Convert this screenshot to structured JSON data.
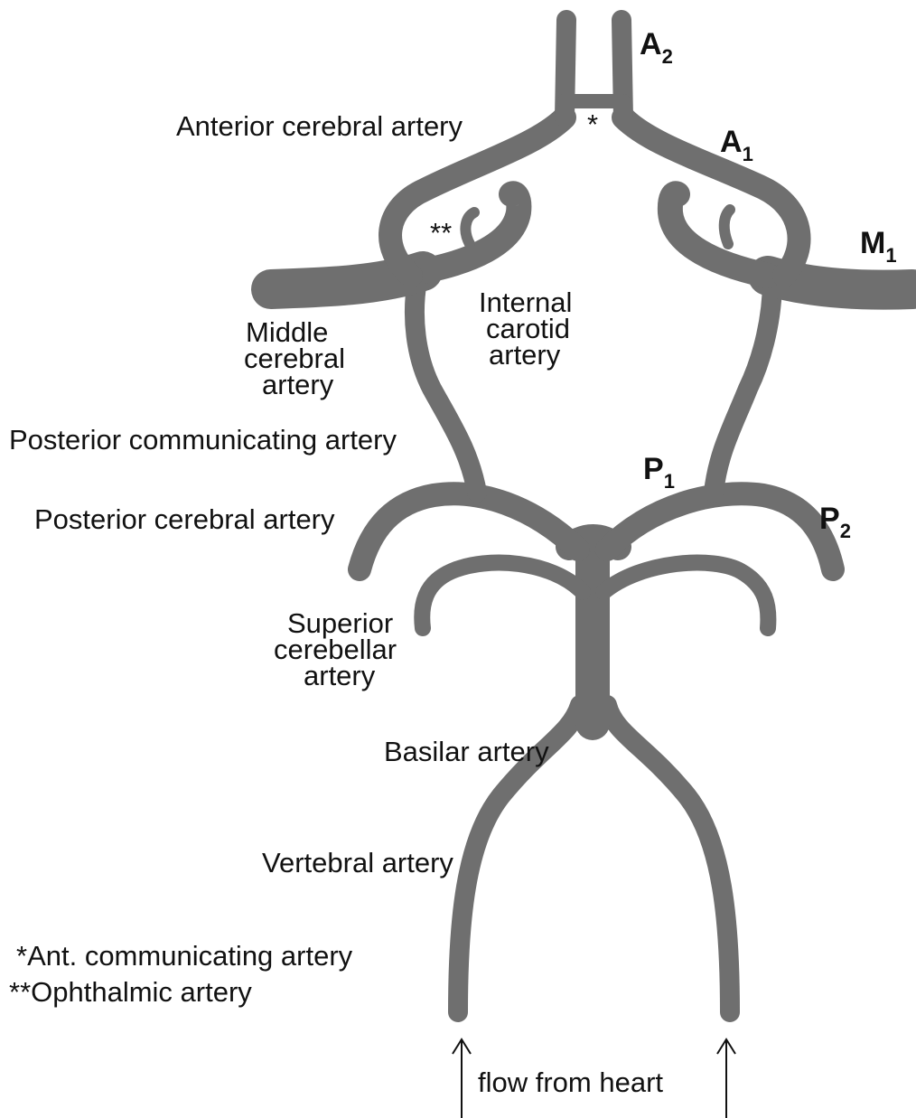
{
  "colors": {
    "vessel": "#6f6f6f",
    "text": "#111111",
    "background": "#ffffff"
  },
  "labels": {
    "anterior_cerebral": "Anterior cerebral artery",
    "star_single": "*",
    "star_double": "**",
    "middle_cerebral": [
      "Middle",
      "cerebral",
      "artery"
    ],
    "internal_carotid": [
      "Internal",
      "carotid",
      "artery"
    ],
    "posterior_communicating": "Posterior communicating artery",
    "posterior_cerebral": "Posterior cerebral artery",
    "superior_cerebellar": [
      "Superior",
      "cerebellar",
      "artery"
    ],
    "basilar": "Basilar artery",
    "vertebral": "Vertebral artery",
    "footnote_1": "*Ant. communicating artery",
    "footnote_2": "**Ophthalmic artery",
    "flow": "flow from heart"
  },
  "segments": {
    "a2": {
      "letter": "A",
      "sub": "2"
    },
    "a1": {
      "letter": "A",
      "sub": "1"
    },
    "m1": {
      "letter": "M",
      "sub": "1"
    },
    "p1": {
      "letter": "P",
      "sub": "1"
    },
    "p2": {
      "letter": "P",
      "sub": "2"
    }
  }
}
